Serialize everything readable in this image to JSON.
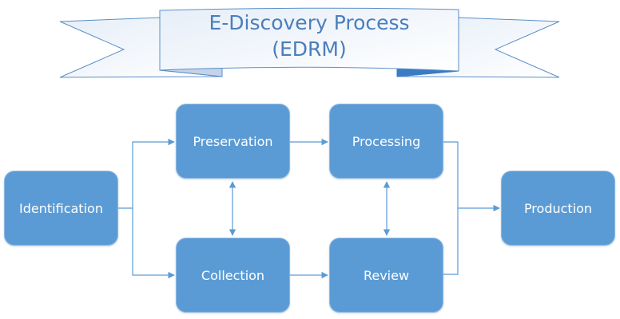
{
  "banner": {
    "title_line1": "E-Discovery Process",
    "title_line2": "(EDRM)"
  },
  "nodes": [
    {
      "id": "identification",
      "label": "Identification"
    },
    {
      "id": "preservation",
      "label": "Preservation"
    },
    {
      "id": "collection",
      "label": "Collection"
    },
    {
      "id": "processing",
      "label": "Processing"
    },
    {
      "id": "review",
      "label": "Review"
    },
    {
      "id": "production",
      "label": "Production"
    }
  ],
  "edges": [
    {
      "from": "identification",
      "to": "preservation",
      "type": "arrow"
    },
    {
      "from": "identification",
      "to": "collection",
      "type": "arrow"
    },
    {
      "from": "preservation",
      "to": "processing",
      "type": "arrow"
    },
    {
      "from": "collection",
      "to": "review",
      "type": "arrow"
    },
    {
      "from": "preservation",
      "to": "collection",
      "type": "bidirectional"
    },
    {
      "from": "processing",
      "to": "review",
      "type": "bidirectional"
    },
    {
      "from": "processing",
      "to": "production",
      "type": "arrow"
    },
    {
      "from": "review",
      "to": "production",
      "type": "arrow"
    }
  ],
  "colors": {
    "node_fill": "#5b9bd5",
    "node_text": "#ffffff",
    "connector": "#5b9bd5",
    "title_text": "#4a7ebb",
    "ribbon_outline": "#5b8fc7",
    "ribbon_fold_light": "#c3d3ea",
    "ribbon_fold_dark": "#3a7cc4"
  }
}
